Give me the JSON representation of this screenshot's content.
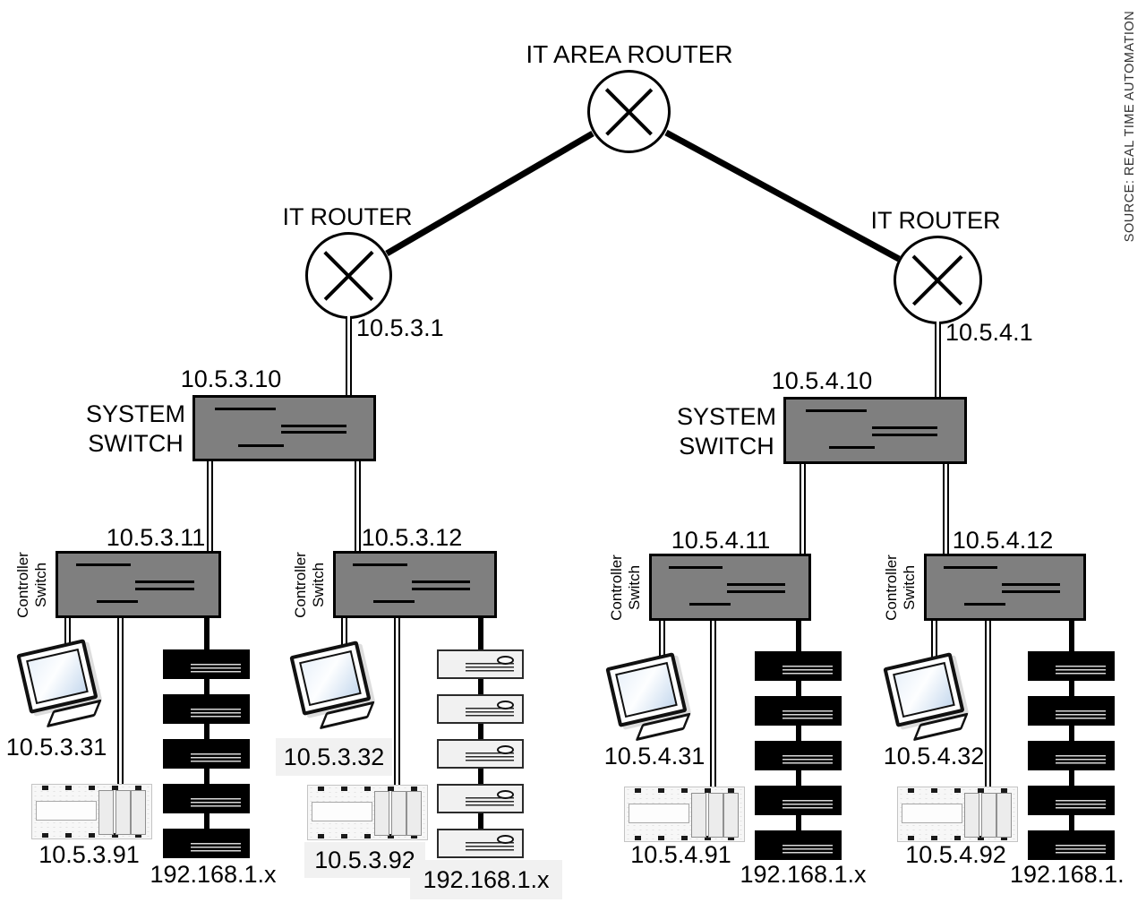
{
  "watermark": {
    "text": "SOURCE: REAL TIME AUTOMATION"
  },
  "area_router": {
    "label": "IT AREA ROUTER"
  },
  "it_routers": [
    {
      "label": "IT ROUTER",
      "ip": "10.5.3.1"
    },
    {
      "label": "IT ROUTER",
      "ip": "10.5.4.1"
    }
  ],
  "system_switches": [
    {
      "label": "SYSTEM\nSWITCH",
      "ip": "10.5.3.10"
    },
    {
      "label": "SYSTEM\nSWITCH",
      "ip": "10.5.4.10"
    }
  ],
  "groups": [
    {
      "switch_label": "Controller\nSwitch",
      "switch_ip": "10.5.3.11",
      "workstation_ip": "10.5.3.31",
      "controller_ip": "10.5.3.91",
      "device_network": "192.168.1.x",
      "stack_style": "dark"
    },
    {
      "switch_label": "Controller\nSwitch",
      "switch_ip": "10.5.3.12",
      "workstation_ip": "10.5.3.32",
      "controller_ip": "10.5.3.92",
      "device_network": "192.168.1.x",
      "stack_style": "light"
    },
    {
      "switch_label": "Controller\nSwitch",
      "switch_ip": "10.5.4.11",
      "workstation_ip": "10.5.4.31",
      "controller_ip": "10.5.4.91",
      "device_network": "192.168.1.x",
      "stack_style": "dark"
    },
    {
      "switch_label": "Controller\nSwitch",
      "switch_ip": "10.5.4.12",
      "workstation_ip": "10.5.4.32",
      "controller_ip": "10.5.4.92",
      "device_network": "192.168.1.",
      "stack_style": "dark"
    }
  ],
  "colors": {
    "background": "#ffffff",
    "switch_fill": "#7f7f7f",
    "stack_dark": "#000000",
    "stack_light": "#f1f1f1",
    "label_bg": "#f1f1f1"
  }
}
